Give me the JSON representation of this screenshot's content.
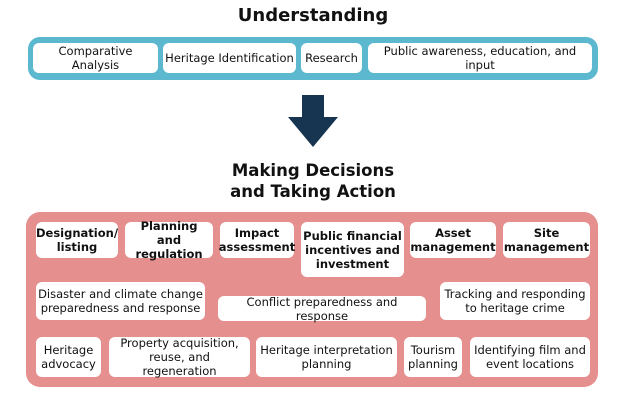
{
  "understanding": {
    "title": "Understanding",
    "items": [
      "Comparative Analysis",
      "Heritage Identification",
      "Research",
      "Public awareness, education, and input"
    ]
  },
  "action": {
    "title_line1": "Making Decisions",
    "title_line2": "and Taking Action",
    "row1": [
      "Designation/ listing",
      "Planning and regulation",
      "Impact assessment",
      "Public financial incentives and investment",
      "Asset management",
      "Site management"
    ],
    "row2": [
      "Disaster and climate change preparedness and response",
      "Conflict preparedness and response",
      "Tracking and responding to heritage crime"
    ],
    "row3": [
      "Heritage advocacy",
      "Property acquisition, reuse, and regeneration",
      "Heritage interpretation planning",
      "Tourism planning",
      "Identifying film and event locations"
    ]
  },
  "colors": {
    "understanding": "#5bb8cf",
    "action": "#e58f8e",
    "arrow": "#173450"
  }
}
